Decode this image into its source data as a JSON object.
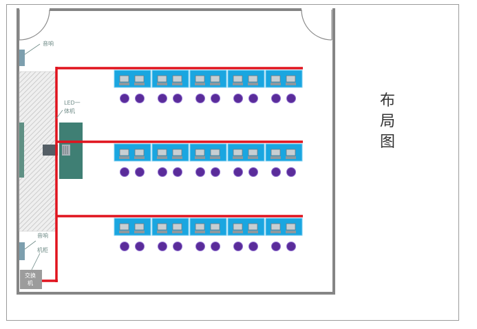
{
  "title_chars": [
    "布",
    "局",
    "图"
  ],
  "labels": {
    "speaker_top": "音响",
    "led_line1": "LED一",
    "led_line2": "体机",
    "speaker_bottom": "音响",
    "cabinet": "机柜",
    "switch_line1": "交换",
    "switch_line2": "机"
  },
  "layout_info": {
    "rows": 3,
    "desk_groups_per_row": 5,
    "computers_per_group": 2,
    "chairs_per_group": 2
  },
  "colors": {
    "wall": "#858585",
    "network_line": "#e0141e",
    "desk": "#1aa6e0",
    "chair": "#5a2c9a",
    "speaker": "#7d9fae",
    "led_panel": "#3f7f74",
    "switch_box": "#9c9c9c"
  },
  "icons": [
    "door-arc-icon",
    "computer-icon",
    "chair-icon",
    "projector-icon"
  ]
}
